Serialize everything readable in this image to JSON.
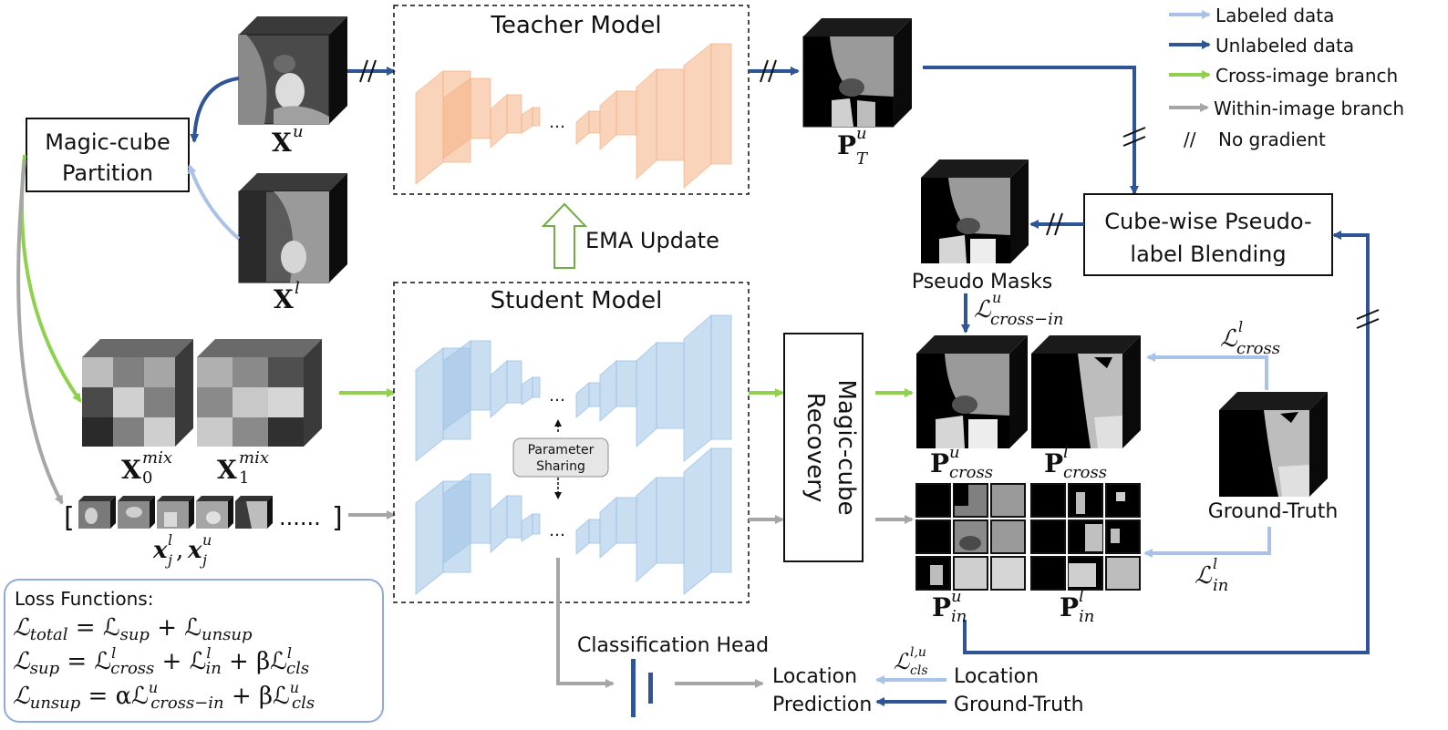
{
  "legend": {
    "labeled": "Labeled data",
    "unlabeled": "Unlabeled data",
    "cross_branch": "Cross-image branch",
    "within_branch": "Within-image branch",
    "no_grad_symbol": "//",
    "no_grad": "No gradient"
  },
  "boxes": {
    "partition_line1": "Magic-cube",
    "partition_line2": "Partition",
    "teacher": "Teacher Model",
    "student": "Student Model",
    "ema": "EMA Update",
    "param_line1": "Parameter",
    "param_line2": "Sharing",
    "recovery_line1": "Magic-cube",
    "recovery_line2": "Recovery",
    "blending_line1": "Cube-wise Pseudo-",
    "blending_line2": "label Blending",
    "pseudo_masks": "Pseudo Masks",
    "ground_truth": "Ground-Truth",
    "cls_head": "Classification Head",
    "loc_pred_line1": "Location",
    "loc_pred_line2": "Prediction",
    "loc_gt_line1": "Location",
    "loc_gt_line2": "Ground-Truth",
    "patches_dots": "......",
    "bracket_open": "[",
    "bracket_close": "]"
  },
  "symbols": {
    "xu": "X",
    "xu_sup": "u",
    "xl": "X",
    "xl_sup": "l",
    "pt": "P",
    "pt_sup": "u",
    "pt_sub": "T",
    "x0": "X",
    "x0_sup": "mix",
    "x0_sub": "0",
    "x1": "X",
    "x1_sup": "mix",
    "x1_sub": "1",
    "xj": "x",
    "xj_sup_l": "l",
    "xj_sub": "j",
    "xj_comma": ",",
    "xj_sup_u": "u",
    "pcu": "P",
    "pcu_sup": "u",
    "pcu_sub": "cross",
    "pcl": "P",
    "pcl_sup": "l",
    "pcl_sub": "cross",
    "piu": "P",
    "piu_sup": "u",
    "piu_sub": "in",
    "pil": "P",
    "pil_sup": "l",
    "pil_sub": "in"
  },
  "losses": {
    "cross_in_u": "ℒ",
    "cross_in_u_sup": "u",
    "cross_in_u_sub": "cross−in",
    "cross_l": "ℒ",
    "cross_l_sup": "l",
    "cross_l_sub": "cross",
    "in_l": "ℒ",
    "in_l_sup": "l",
    "in_l_sub": "in",
    "cls": "ℒ",
    "cls_sup": "l,u",
    "cls_sub": "cls"
  },
  "loss_panel": {
    "title": "Loss Functions:",
    "l1_a": "ℒ",
    "l1_a_sub": "total",
    "l1_b": " = ℒ",
    "l1_b_sub": "sup",
    "l1_c": " + ℒ",
    "l1_c_sub": "unsup",
    "l2_a": "ℒ",
    "l2_a_sub": "sup",
    "l2_b": " = ℒ",
    "l2_b_sup": "l",
    "l2_b_sub": "cross",
    "l2_c": " + ℒ",
    "l2_c_sup": "l",
    "l2_c_sub": "in",
    "l2_d": " + βℒ",
    "l2_d_sup": "l",
    "l2_d_sub": "cls",
    "l3_a": "ℒ",
    "l3_a_sub": "unsup",
    "l3_b": " = αℒ",
    "l3_b_sup": "u",
    "l3_b_sub": "cross−in",
    "l3_c": " + βℒ",
    "l3_c_sup": "u",
    "l3_c_sub": "cls"
  },
  "colors": {
    "labeled": "#a9c3e8",
    "unlabeled": "#2f5597",
    "cross": "#8fd14f",
    "within": "#a6a6a6",
    "teacher": "#f4b183",
    "student": "#9dc3e6",
    "ema": "#70ad47",
    "loss_border": "#8faadc",
    "param_fill": "#e7e6e6"
  }
}
